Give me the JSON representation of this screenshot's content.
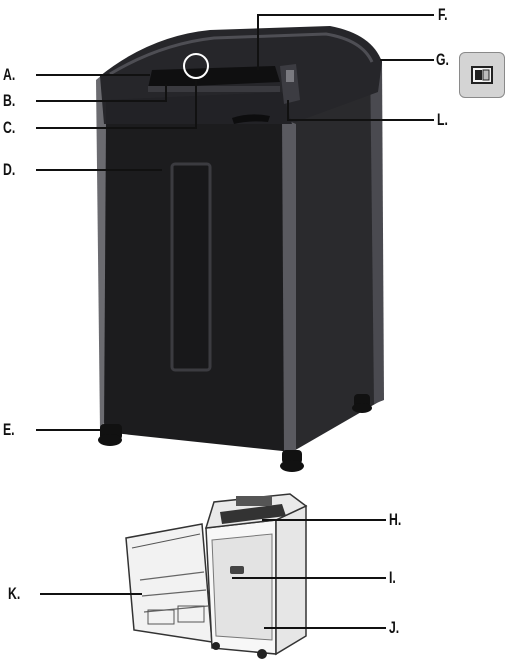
{
  "labels": {
    "a": "A.",
    "b": "B.",
    "c": "C.",
    "d": "D.",
    "e": "E.",
    "f": "F.",
    "g": "G.",
    "h": "H.",
    "i": "I.",
    "j": "J.",
    "k": "K.",
    "l": "L."
  },
  "icons": {
    "switch": "power-switch-icon"
  },
  "colors": {
    "body": "#1c1c1e",
    "trim": "#5a5a60",
    "leader": "#111111",
    "icon_bg": "#d4d4d4"
  }
}
